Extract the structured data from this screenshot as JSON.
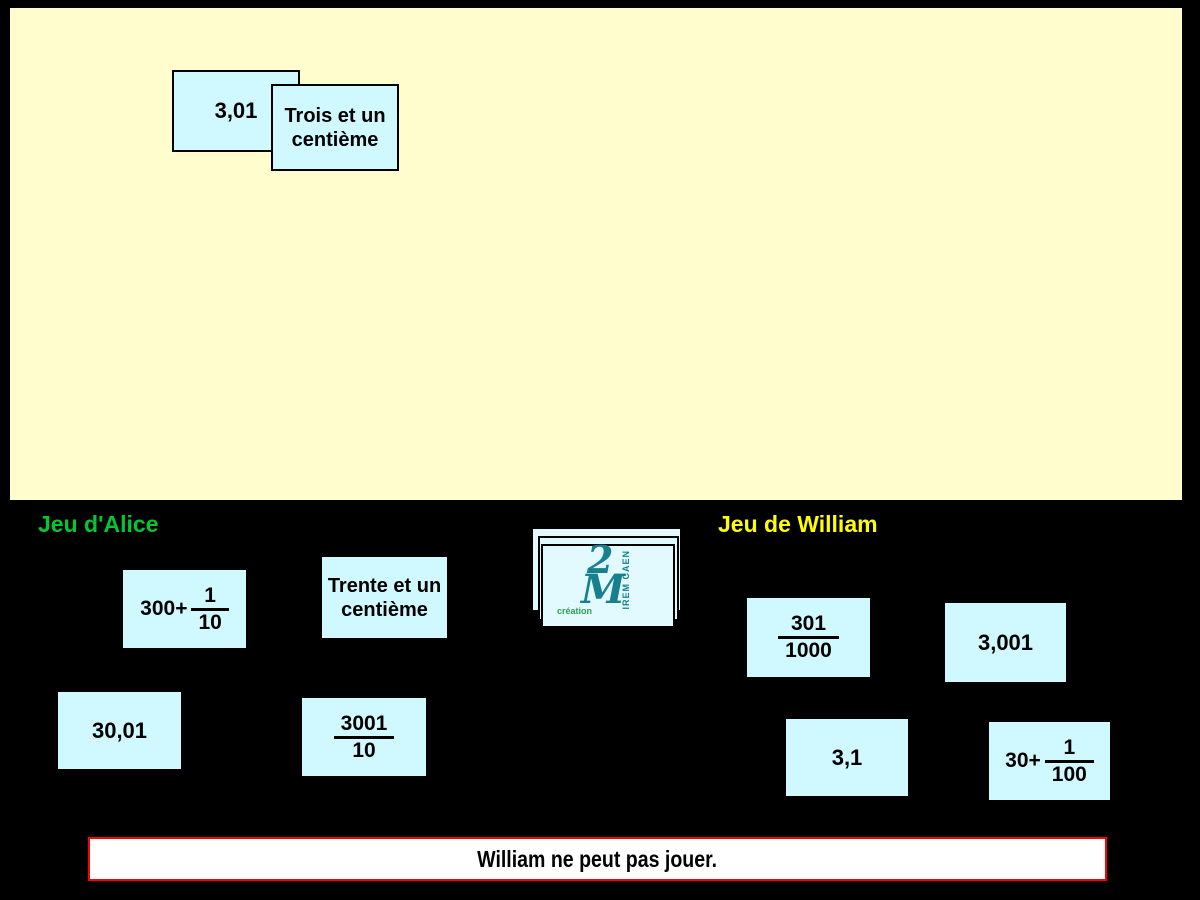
{
  "colors": {
    "page_background": "#000000",
    "board_background": "#FFFDCE",
    "card_background": "#D0F8FF",
    "card_border": "#000000",
    "alice_label_color": "#00C832",
    "william_label_color": "#FFFF00",
    "message_border": "#FF0000",
    "message_background": "#FFFFFF",
    "logo_teal": "#17808F",
    "logo_green": "#2E9E4F"
  },
  "played": {
    "number_card": "3,01",
    "word_card_line1": "Trois et un",
    "word_card_line2": "centième"
  },
  "alice": {
    "title": "Jeu d'Alice",
    "cards": {
      "expr": {
        "prefix": "300+",
        "num": "1",
        "den": "10"
      },
      "word_line1": "Trente et un",
      "word_line2": "centième",
      "number": "30,01",
      "fraction": {
        "num": "3001",
        "den": "10"
      }
    }
  },
  "william": {
    "title": "Jeu de William",
    "cards": {
      "fraction": {
        "num": "301",
        "den": "1000"
      },
      "number1": "3,001",
      "number2": "3,1",
      "expr": {
        "prefix": "30+",
        "num": "1",
        "den": "100"
      }
    }
  },
  "deck": {
    "logo_digit": "2",
    "logo_letter": "M",
    "logo_vertical": "IREM CAEN",
    "logo_caption": "création"
  },
  "message": {
    "text": "William ne peut pas jouer."
  }
}
